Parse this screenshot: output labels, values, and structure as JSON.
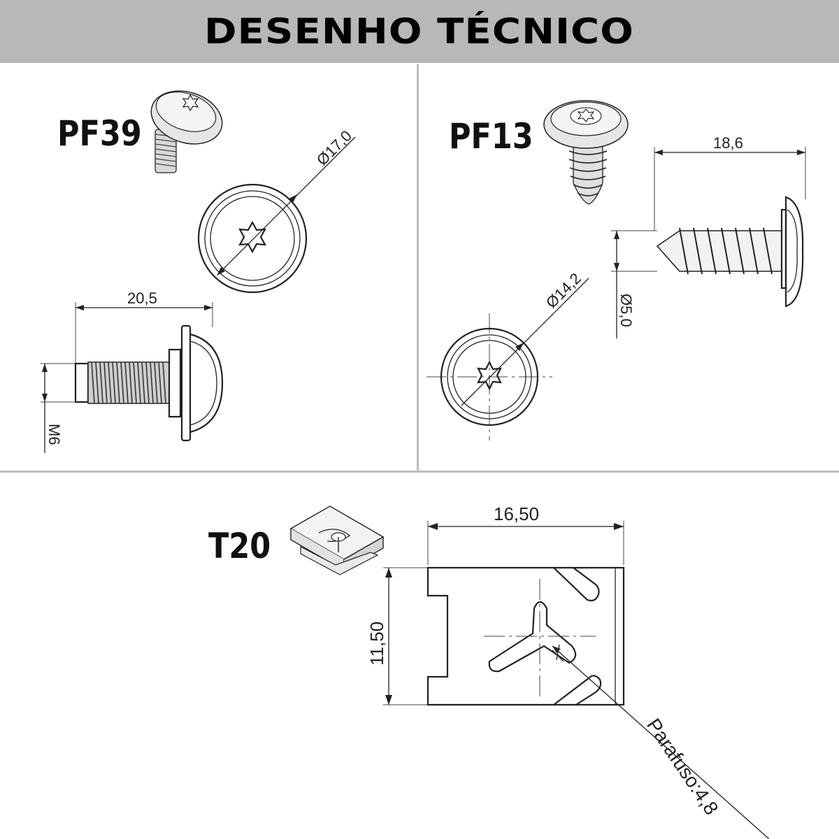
{
  "header": {
    "title": "DESENHO TÉCNICO",
    "background": "#b8b8b8"
  },
  "parts": {
    "pf39": {
      "label": "PF39",
      "dim_length": "20,5",
      "dim_diameter": "Ø17,0",
      "dim_thread": "M6",
      "drive_icon": "torx-star-icon"
    },
    "pf13": {
      "label": "PF13",
      "dim_length": "18,6",
      "dim_diameter": "Ø14,2",
      "dim_shank": "Ø5,0",
      "drive_icon": "torx-star-icon"
    },
    "t20": {
      "label": "T20",
      "dim_width": "16,50",
      "dim_height": "11,50",
      "screw_note": "Parafuso:4,8"
    }
  }
}
